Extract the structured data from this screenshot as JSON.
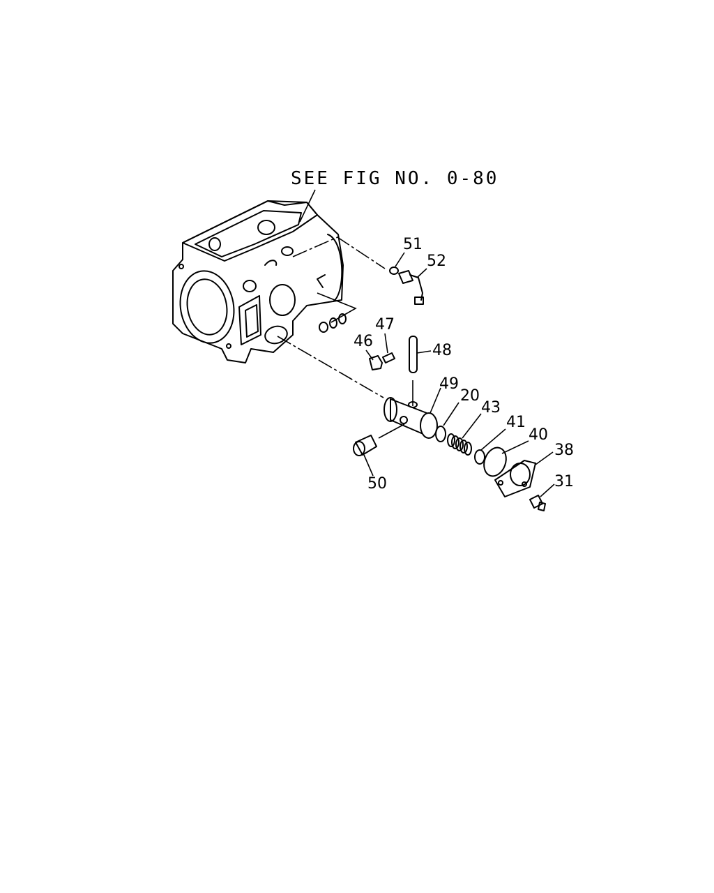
{
  "reference_note": "SEE FIG NO. 0-80",
  "parts": [
    {
      "id": "p51",
      "label": "51"
    },
    {
      "id": "p52",
      "label": "52"
    },
    {
      "id": "p47",
      "label": "47"
    },
    {
      "id": "p46",
      "label": "46"
    },
    {
      "id": "p48",
      "label": "48"
    },
    {
      "id": "p49",
      "label": "49"
    },
    {
      "id": "p20",
      "label": "20"
    },
    {
      "id": "p43",
      "label": "43"
    },
    {
      "id": "p41",
      "label": "41"
    },
    {
      "id": "p40",
      "label": "40"
    },
    {
      "id": "p38",
      "label": "38"
    },
    {
      "id": "p31",
      "label": "31"
    },
    {
      "id": "p50",
      "label": "50"
    }
  ]
}
